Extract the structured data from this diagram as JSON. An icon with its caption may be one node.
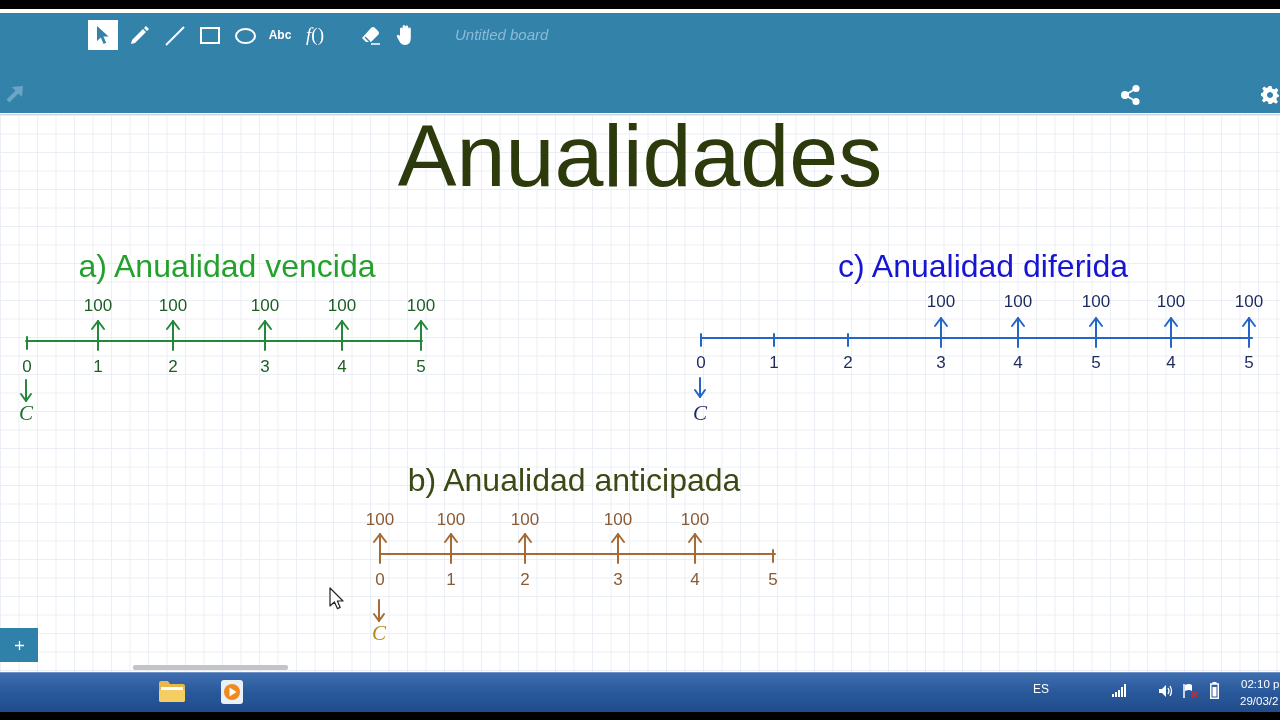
{
  "diagram": {
    "title": "Anualidades",
    "labels": [
      "Abc",
      "*f*()",
      "Untitled board",
      "a) Anualidad vencida",
      "100",
      "100",
      "100",
      "100",
      "100",
      "0",
      "1",
      "2",
      "3",
      "4",
      "5",
      "C",
      "c) Anualidad diferida",
      "100",
      "100",
      "100",
      "100",
      "100",
      "0",
      "1",
      "2",
      "3",
      "4",
      "5",
      "4",
      "5",
      "C",
      "b) Anualidad anticipada",
      "100",
      "100",
      "100",
      "100",
      "100",
      "0",
      "1",
      "2",
      "3",
      "4",
      "5",
      "C",
      "ES",
      "02:10 p",
      "29/03/2"
    ]
  }
}
